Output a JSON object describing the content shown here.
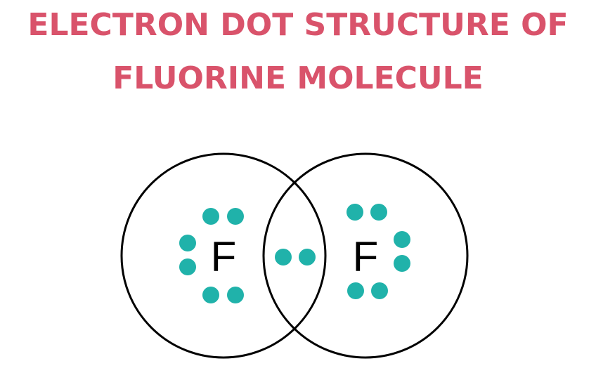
{
  "colors": {
    "title": "#d9536b",
    "electron": "#20b2aa",
    "shell_stroke": "#000000",
    "symbol": "#000000"
  },
  "title": {
    "line1": "ELECTRON DOT STRUCTURE OF",
    "line2": "FLUORINE MOLECULE"
  },
  "atoms": [
    {
      "symbol": "F",
      "lone_pair_electrons": 6
    },
    {
      "symbol": "F",
      "lone_pair_electrons": 6
    }
  ],
  "shared_pair": {
    "electrons": 2
  }
}
